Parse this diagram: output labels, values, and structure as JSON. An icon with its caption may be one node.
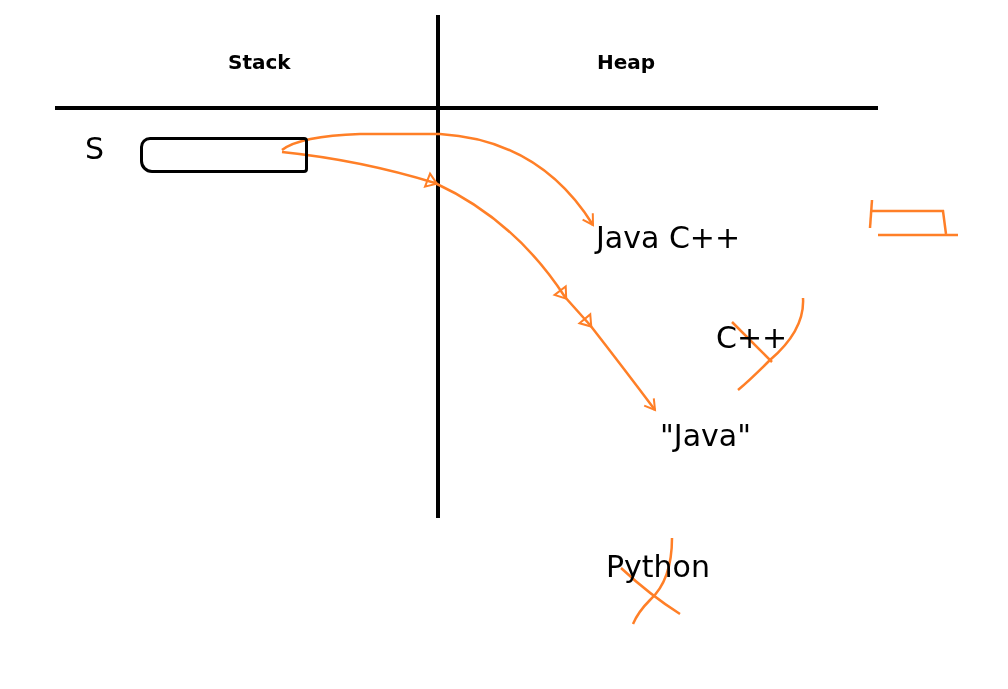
{
  "diagram": {
    "nodes": [
      {
        "text": [],
        "shape": "box",
        "beside": [
          "S"
        ]
      },
      {
        "text": [
          "Java C++"
        ]
      },
      {
        "text": [
          "\"Java\""
        ]
      }
    ],
    "edges": [
      {
        "from": 0,
        "to": 1,
        "arrow": "to"
      },
      {
        "from": 0,
        "to": 2,
        "arrow": "to"
      }
    ],
    "labels": [
      "Stack",
      "Heap",
      "C++",
      "Python"
    ]
  }
}
